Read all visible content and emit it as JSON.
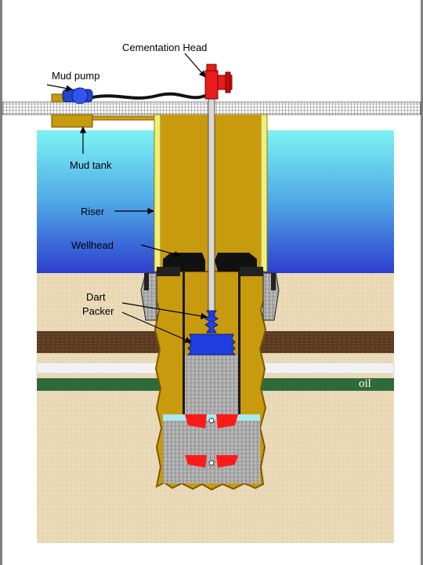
{
  "labels": {
    "cementation_head": "Cementation Head",
    "mud_pump": "Mud pump",
    "mud_tank": "Mud tank",
    "riser": "Riser",
    "wellhead": "Wellhead",
    "dart": "Dart",
    "packer": "Packer",
    "oil": "oil"
  },
  "colors": {
    "background": "#808080",
    "slide_bg": "#FFFFFF",
    "sea_top": "#7EF3F3",
    "sea_bottom": "#2E3FD0",
    "sand": "#EAD9B6",
    "casing": "#C89A0E",
    "cement": "#A6A6A6",
    "mud_layer": "#5B3A22",
    "oil_layer": "#2F6B3A",
    "dart_packer": "#1F3FE0",
    "plug": "#FF1A1A",
    "cement_head": "#E81C1C",
    "pump": "#2244CC"
  }
}
